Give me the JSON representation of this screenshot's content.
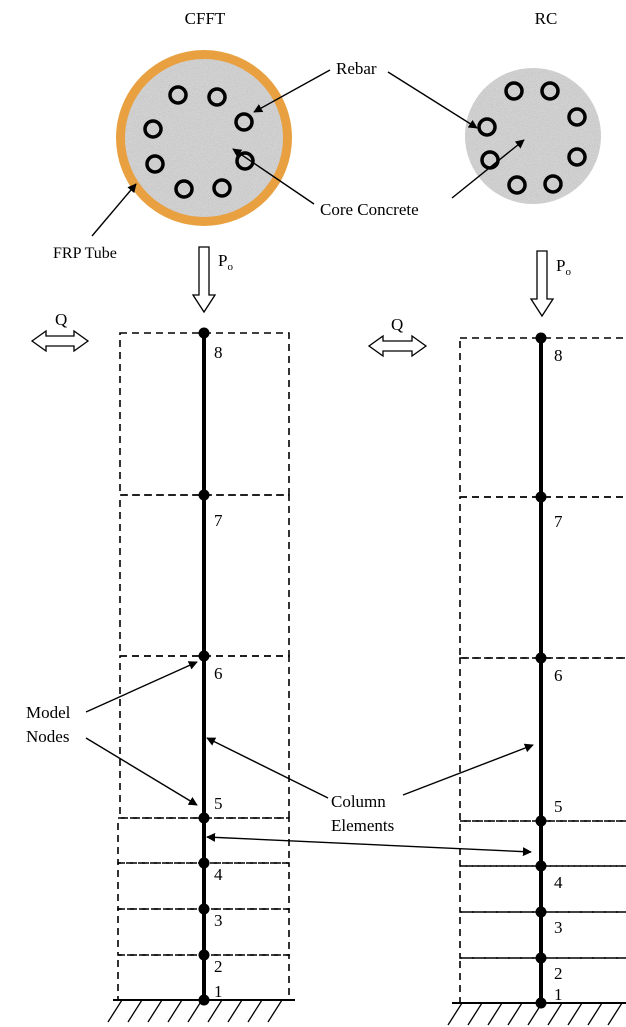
{
  "headers": {
    "cfft": "CFFT",
    "rc": "RC"
  },
  "labels": {
    "rebar": "Rebar",
    "core_concrete": "Core Concrete",
    "frp_tube": "FRP Tube",
    "axial_load": "P",
    "axial_load_sub": "o",
    "lateral_load": "Q",
    "model_nodes_line1": "Model",
    "model_nodes_line2": "Nodes",
    "column_elements_line1": "Column",
    "column_elements_line2": "Elements"
  },
  "node_numbers": [
    "1",
    "2",
    "3",
    "4",
    "5",
    "6",
    "7",
    "8"
  ],
  "colors": {
    "frp_tube": "#E8A040",
    "concrete": "#C8C8C8",
    "line": "#000000"
  }
}
